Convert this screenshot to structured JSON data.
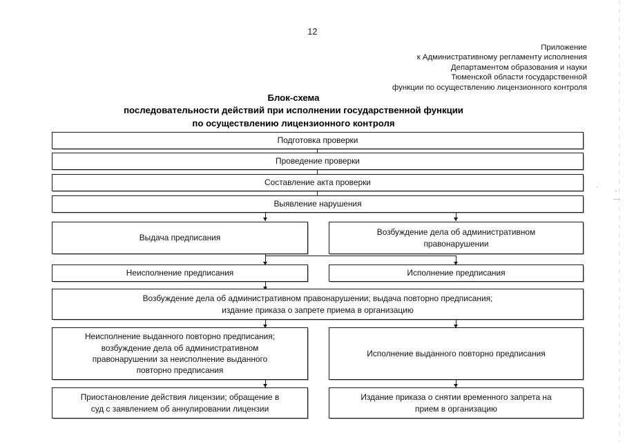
{
  "document": {
    "page_number": "12",
    "appendix_lines": [
      "Приложение",
      "к Административному регламенту исполнения",
      "Департаментом образования и науки",
      "Тюменской области государственной",
      "функции по осуществлению лицензионного контроля"
    ],
    "title_lines": [
      "Блок-схема",
      "последовательности действий при исполнении государственной функции",
      "по осуществлению лицензионного контроля"
    ]
  },
  "flowchart": {
    "nodes": [
      {
        "id": "n1",
        "lines": [
          "Подготовка проверки"
        ]
      },
      {
        "id": "n2",
        "lines": [
          "Проведение проверки"
        ]
      },
      {
        "id": "n3",
        "lines": [
          "Составление акта проверки"
        ]
      },
      {
        "id": "n4",
        "lines": [
          "Выявление нарушения"
        ]
      },
      {
        "id": "n5",
        "lines": [
          "Выдача предписания"
        ]
      },
      {
        "id": "n6",
        "lines": [
          "Возбуждение дела об административном",
          "правонарушении"
        ]
      },
      {
        "id": "n7",
        "lines": [
          "Неисполнение предписания"
        ]
      },
      {
        "id": "n8",
        "lines": [
          "Исполнение предписания"
        ]
      },
      {
        "id": "n9",
        "lines": [
          "Возбуждение дела об административном правонарушении; выдача повторно предписания;",
          "издание приказа о запрете приема в организацию"
        ]
      },
      {
        "id": "n10",
        "lines": [
          "Неисполнение выданного повторно предписания;",
          "возбуждение дела об административном",
          "правонарушении за неисполнение выданного",
          "повторно предписания"
        ]
      },
      {
        "id": "n11",
        "lines": [
          "Исполнение выданного повторно предписания"
        ]
      },
      {
        "id": "n12",
        "lines": [
          "Приостановление действия лицензии; обращение в",
          "суд с заявлением об аннулировании лицензии"
        ]
      },
      {
        "id": "n13",
        "lines": [
          "Издание приказа о снятии временного запрета на",
          "прием в организацию"
        ]
      }
    ]
  },
  "colors": {
    "ink": "#101010",
    "border": "#1a1a1a",
    "page_background": "#ffffff"
  }
}
